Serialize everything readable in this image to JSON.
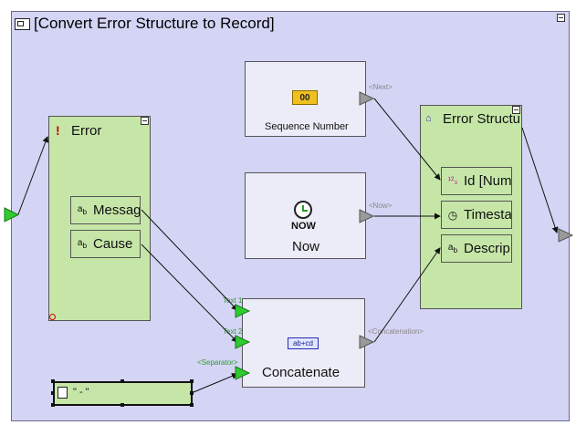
{
  "title": "[Convert Error Structure to Record]",
  "error_block": {
    "label": "Error",
    "fields": [
      "Messag",
      "Cause"
    ]
  },
  "sequence_block": {
    "label": "Sequence Number",
    "icon_text": "00"
  },
  "now_block": {
    "label": "Now",
    "icon_text": "NOW"
  },
  "concat_block": {
    "label": "Concatenate",
    "icon_text": "ab+cd"
  },
  "record_block": {
    "label": "Error Structu",
    "fields": [
      "Id [Num",
      "Timesta",
      "Descrip"
    ]
  },
  "constant": {
    "value": "\" - \""
  },
  "port_labels": {
    "next": "<Next>",
    "now": "<Now>",
    "concatenation": "<Concatenation>",
    "text1": "Text 1",
    "text2": "Text 2",
    "separator": "<Separator>"
  },
  "colors": {
    "canvas": "#d4d4f5",
    "block_green": "#c6e6a8",
    "block_white": "#ececf8",
    "port_green": "#2ecc2e",
    "port_gray": "#9a9a9a"
  }
}
